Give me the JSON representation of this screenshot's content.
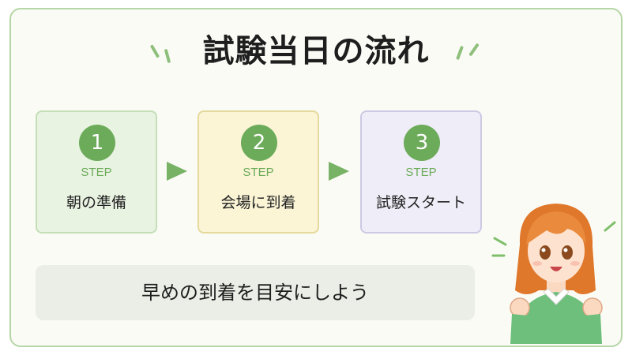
{
  "title": "試験当日の流れ",
  "steps": [
    {
      "number": "1",
      "label": "STEP",
      "name": "朝の準備"
    },
    {
      "number": "2",
      "label": "STEP",
      "name": "会場に到着"
    },
    {
      "number": "3",
      "label": "STEP",
      "name": "試験スタート"
    }
  ],
  "note": "早めの到着を目安にしよう",
  "colors": {
    "accent": "#6cab5a",
    "frame": "#b5d6a5",
    "step1_bg": "#e9f3e2",
    "step2_bg": "#fbf5d6",
    "step3_bg": "#efedf7"
  }
}
